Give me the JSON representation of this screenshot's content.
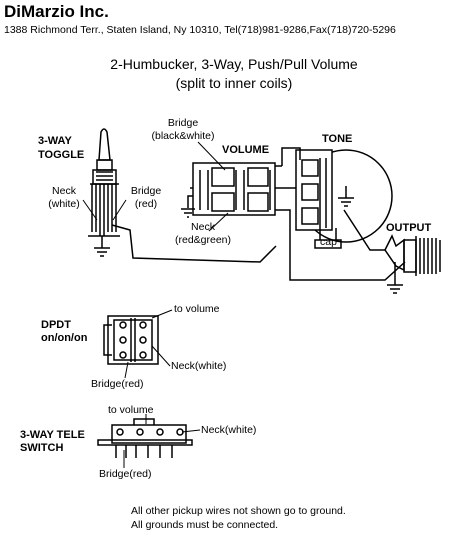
{
  "header": {
    "company": "DiMarzio Inc.",
    "address": "1388 Richmond Terr., Staten Island, Ny 10310, Tel(718)981-9286,Fax(718)720-5296"
  },
  "title": {
    "line1": "2-Humbucker, 3-Way, Push/Pull Volume",
    "line2": "(split to inner coils)"
  },
  "labels": {
    "toggle_line1": "3-WAY",
    "toggle_line2": "TOGGLE",
    "neck_line1": "Neck",
    "neck_line2": "(white)",
    "bridge_line1": "Bridge",
    "bridge_line2": "(red)",
    "vol_bridge_line1": "Bridge",
    "vol_bridge_line2": "(black&white)",
    "volume": "VOLUME",
    "tone": "TONE",
    "vol_neck_line1": "Neck",
    "vol_neck_line2": "(red&green)",
    "cap": "cap",
    "output": "OUTPUT",
    "dpdt_line1": "DPDT",
    "dpdt_line2": "on/on/on",
    "dpdt_to_volume": "to volume",
    "dpdt_neck": "Neck(white)",
    "dpdt_bridge": "Bridge(red)",
    "tele_line1": "3-WAY TELE",
    "tele_line2": "SWITCH",
    "tele_to_volume": "to volume",
    "tele_neck": "Neck(white)",
    "tele_bridge": "Bridge(red)"
  },
  "footer": {
    "note1": "All other pickup wires not shown go to ground.",
    "note2": "All grounds must be connected."
  }
}
